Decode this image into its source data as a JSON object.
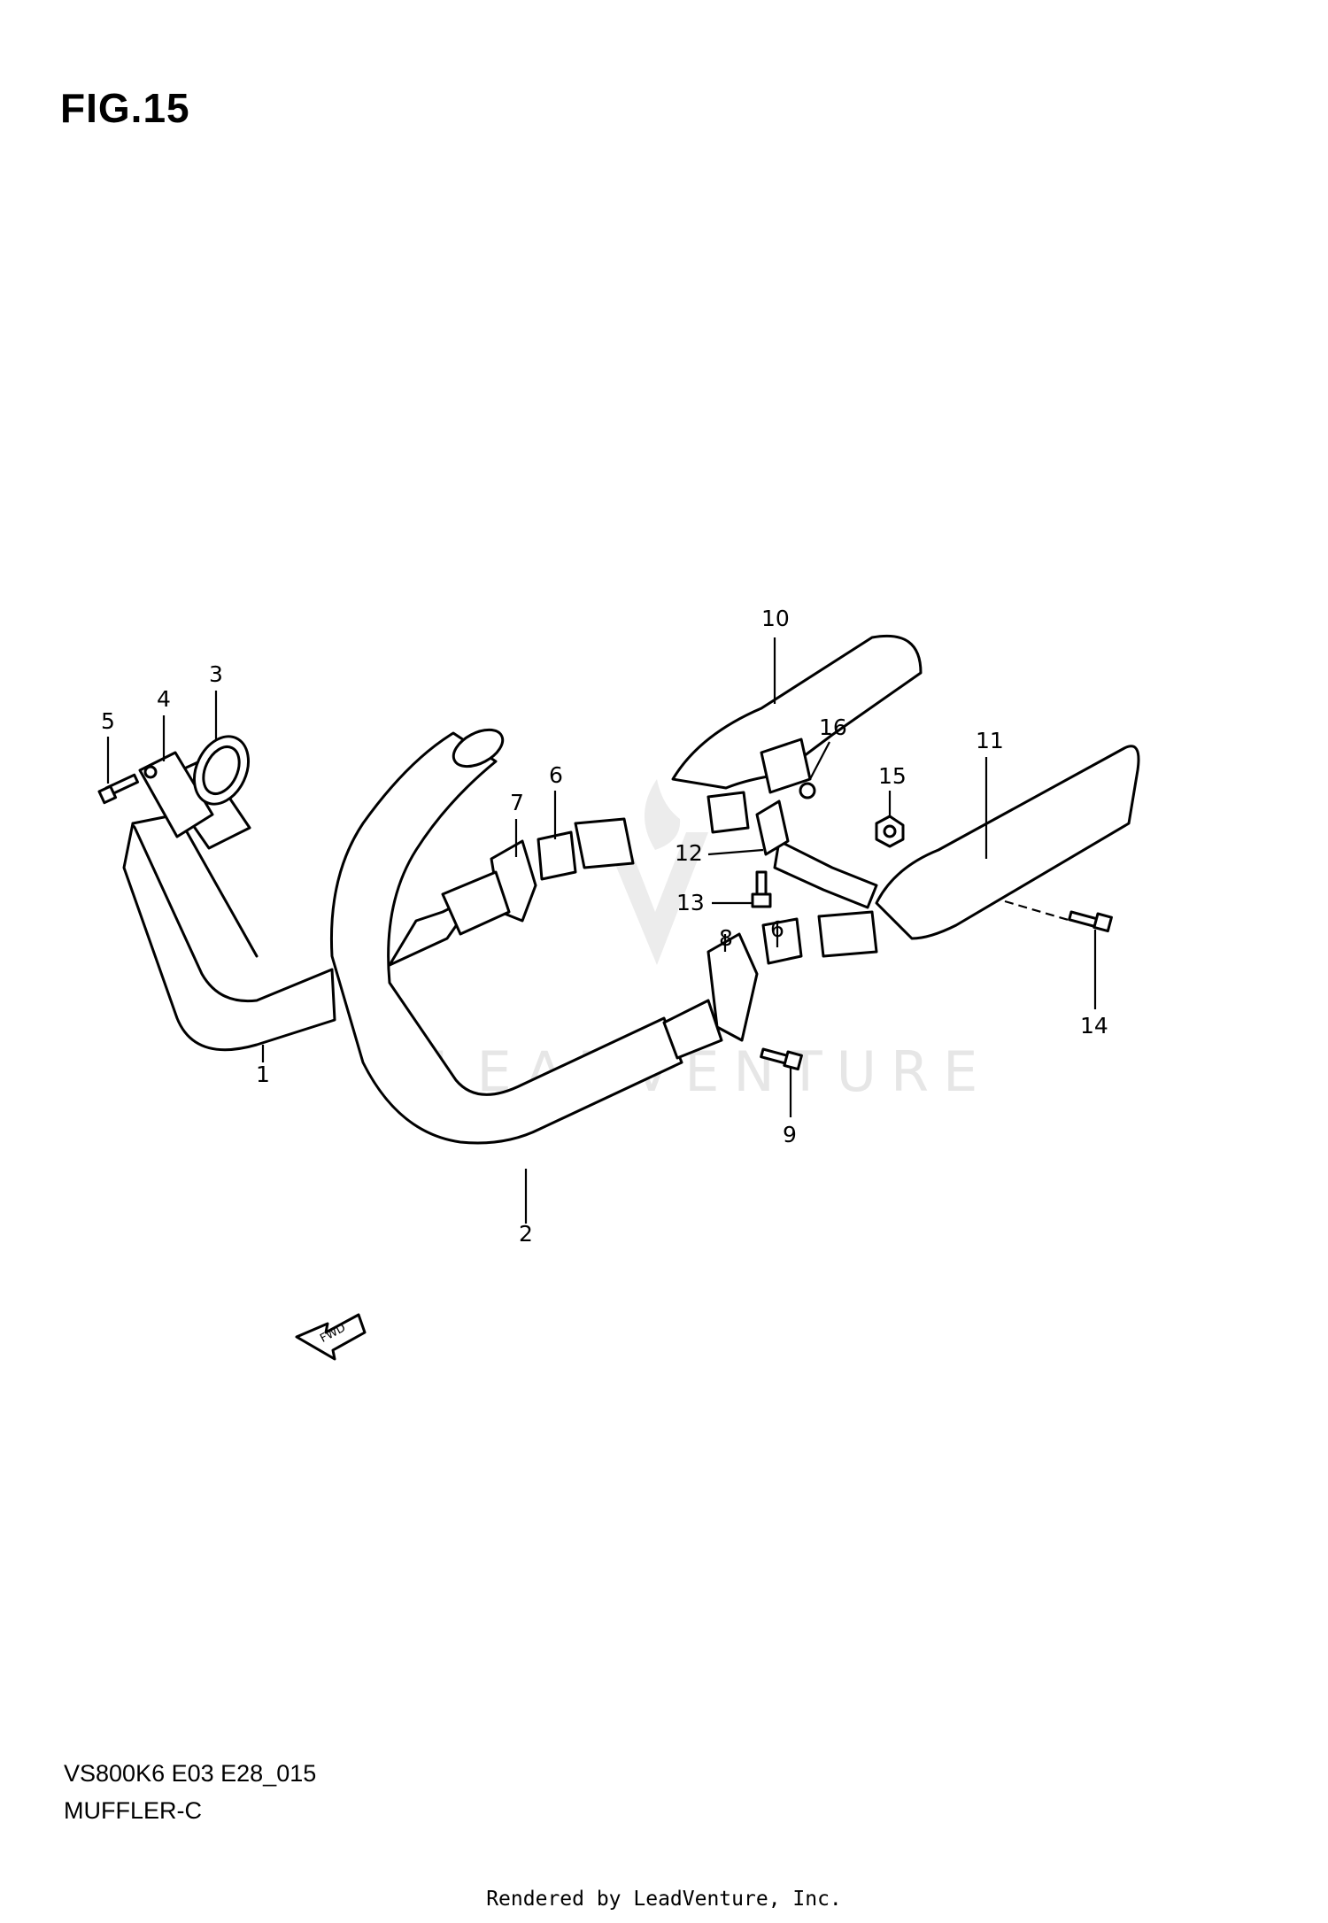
{
  "figure": {
    "title": "FIG.15",
    "model_code": "VS800K6 E03 E28_015",
    "name": "MUFFLER-C"
  },
  "watermark": "LEADVENTURE",
  "fwd_label": "FWD",
  "callouts": {
    "c1": "1",
    "c2": "2",
    "c3": "3",
    "c4": "4",
    "c5": "5",
    "c6a": "6",
    "c6b": "6",
    "c7": "7",
    "c8": "8",
    "c9": "9",
    "c10": "10",
    "c11": "11",
    "c12": "12",
    "c13": "13",
    "c14": "14",
    "c15": "15",
    "c16": "16"
  },
  "footer": "Rendered by LeadVenture, Inc."
}
